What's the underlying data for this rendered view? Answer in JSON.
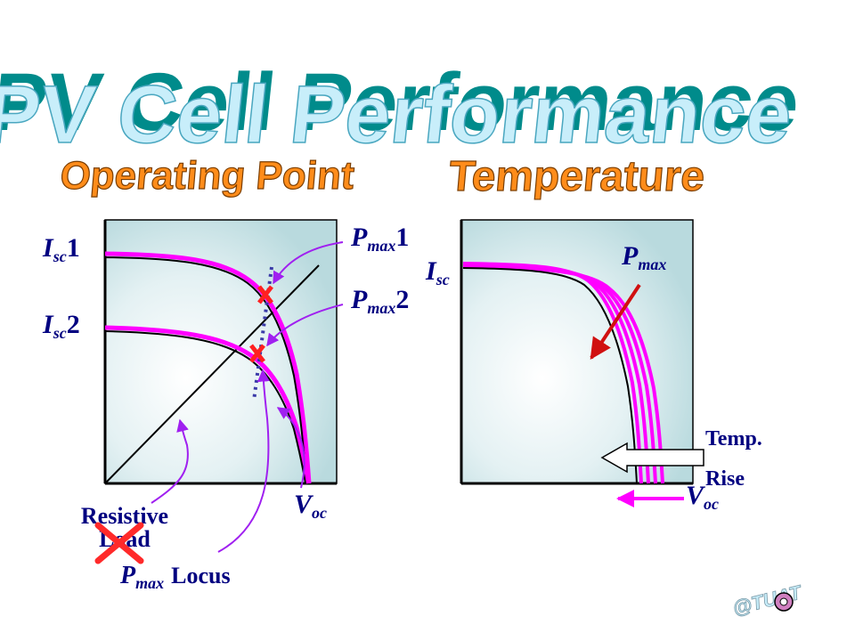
{
  "title": "PV Cell Performance",
  "subtitles": {
    "left": "Operating Point",
    "right": "Temperature"
  },
  "left_panel": {
    "isc1_main": "I",
    "isc1_sub": "sc",
    "isc1_suffix": "1",
    "isc2_main": "I",
    "isc2_sub": "sc",
    "isc2_suffix": "2",
    "pmax1_main": "P",
    "pmax1_sub": "max",
    "pmax1_suffix": "1",
    "pmax2_main": "P",
    "pmax2_sub": "max",
    "pmax2_suffix": "2",
    "voc_main": "V",
    "voc_sub": "oc",
    "resistive_load_line1": "Resistive",
    "resistive_load_line2": "Load",
    "pmax_locus_main": "P",
    "pmax_locus_sub": "max",
    "pmax_locus_suffix": "Locus"
  },
  "right_panel": {
    "isc_main": "I",
    "isc_sub": "sc",
    "pmax_main": "P",
    "pmax_sub": "max",
    "voc_main": "V",
    "voc_sub": "oc",
    "temp_line1": "Temp.",
    "temp_line2": "Rise"
  },
  "watermark": "@TUAT",
  "colors": {
    "title_fill": "#c8eefa",
    "title_shadow": "#008b8b",
    "subtitle_fill": "#ff8c1a",
    "subtitle_outline": "#7a3d00",
    "panel_fill": "#c7e3e8",
    "curve_magenta": "#ff00ff",
    "curve_black": "#000000",
    "arrow_purple": "#a020f0",
    "label_navy": "#000080",
    "cross_red": "#ff2020",
    "locus_dotted": "#3a3aa8",
    "temp_arrow_red": "#ff2a2a"
  }
}
